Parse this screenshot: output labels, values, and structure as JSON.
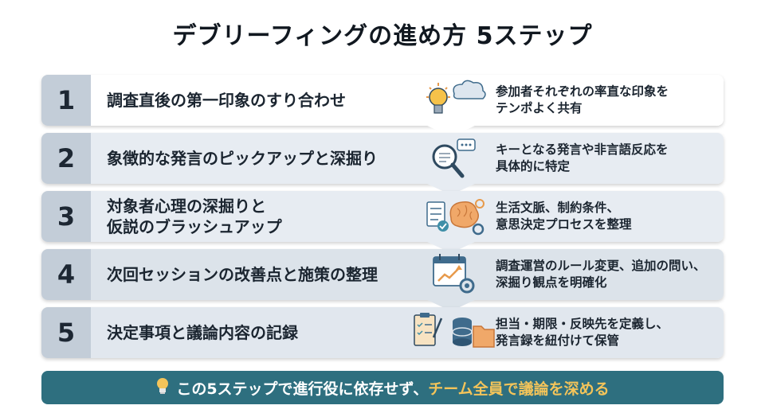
{
  "title": "デブリーフィングの進め方 5ステップ",
  "steps": [
    {
      "number": "1",
      "label": "調査直後の第一印象のすり合わせ",
      "icon": "lightbulb-cloud-icon",
      "desc_lines": [
        "参加者それぞれの率直な印象を",
        "テンポよく共有"
      ],
      "bg": "#ffffff"
    },
    {
      "number": "2",
      "label": "象徴的な発言のピックアップと深掘り",
      "icon": "magnifier-speech-icon",
      "desc_lines": [
        "キーとなる発言や非言語反応を",
        "具体的に特定"
      ],
      "bg": "#e7ecf2"
    },
    {
      "number": "3",
      "label_lines": [
        "対象者心理の深掘りと",
        "仮説のブラッシュアップ"
      ],
      "icon": "brain-checklist-gears-icon",
      "desc_lines": [
        "生活文脈、制約条件、",
        "意思決定プロセスを整理"
      ],
      "bg": "#e7ecf2"
    },
    {
      "number": "4",
      "label": "次回セッションの改善点と施策の整理",
      "icon": "calendar-growth-gear-icon",
      "desc_lines": [
        "調査運営のルール変更、追加の問い、",
        "深掘り観点を明確化"
      ],
      "bg": "#dce3ea"
    },
    {
      "number": "5",
      "label": "決定事項と議論内容の記録",
      "icon": "clipboard-database-folder-icon",
      "desc_lines": [
        "担当・期限・反映先を定義し、",
        "発言録を紐付けて保管"
      ],
      "bg": "#e1e7ee"
    }
  ],
  "footer": {
    "icon": "lightbulb-icon",
    "text_before": "この5ステップで進行役に依存せず、",
    "text_highlight": "チーム全員で議論を深める"
  },
  "colors": {
    "number_cell": "#c3cdd8",
    "footer_bg": "#2e6f7f",
    "footer_highlight": "#f3c45a",
    "icon_blue": "#3f6b8c",
    "icon_orange": "#e79a4b"
  }
}
